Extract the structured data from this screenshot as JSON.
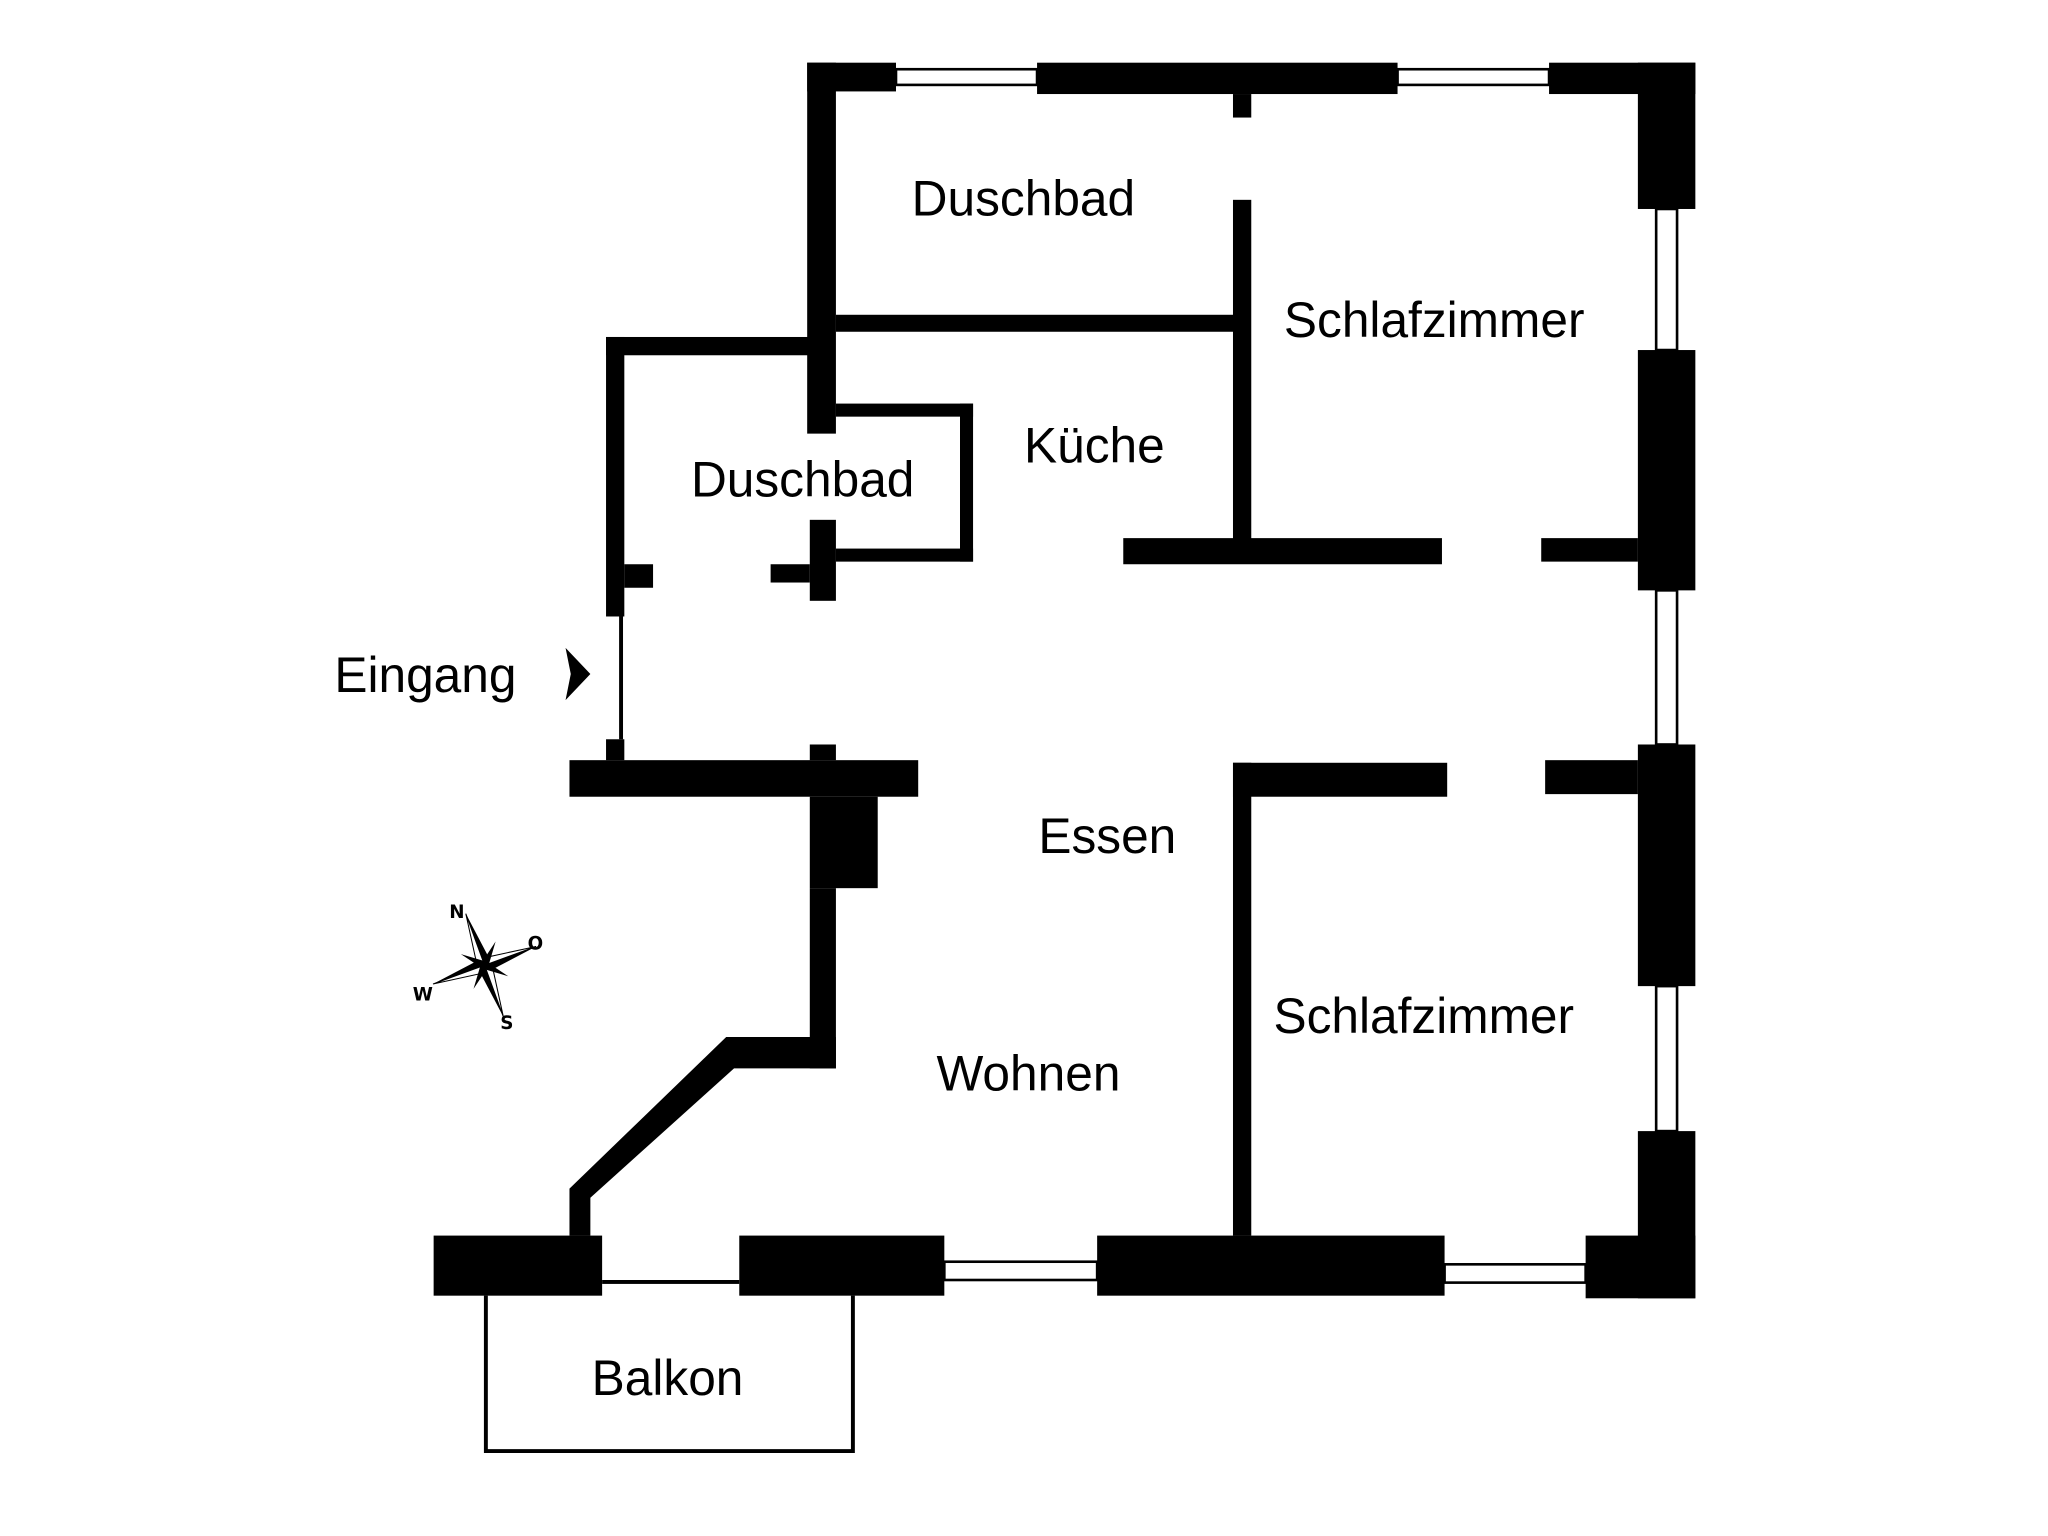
{
  "rooms": {
    "duschbad_top": "Duschbad",
    "schlafzimmer_top": "Schlafzimmer",
    "kueche": "Küche",
    "duschbad_small": "Duschbad",
    "eingang": "Eingang",
    "essen": "Essen",
    "wohnen": "Wohnen",
    "schlafzimmer_bottom": "Schlafzimmer",
    "balkon": "Balkon"
  },
  "compass": {
    "n": "N",
    "o": "O",
    "s": "S",
    "w": "W"
  },
  "colors": {
    "wall": "#000000",
    "background": "#ffffff"
  }
}
